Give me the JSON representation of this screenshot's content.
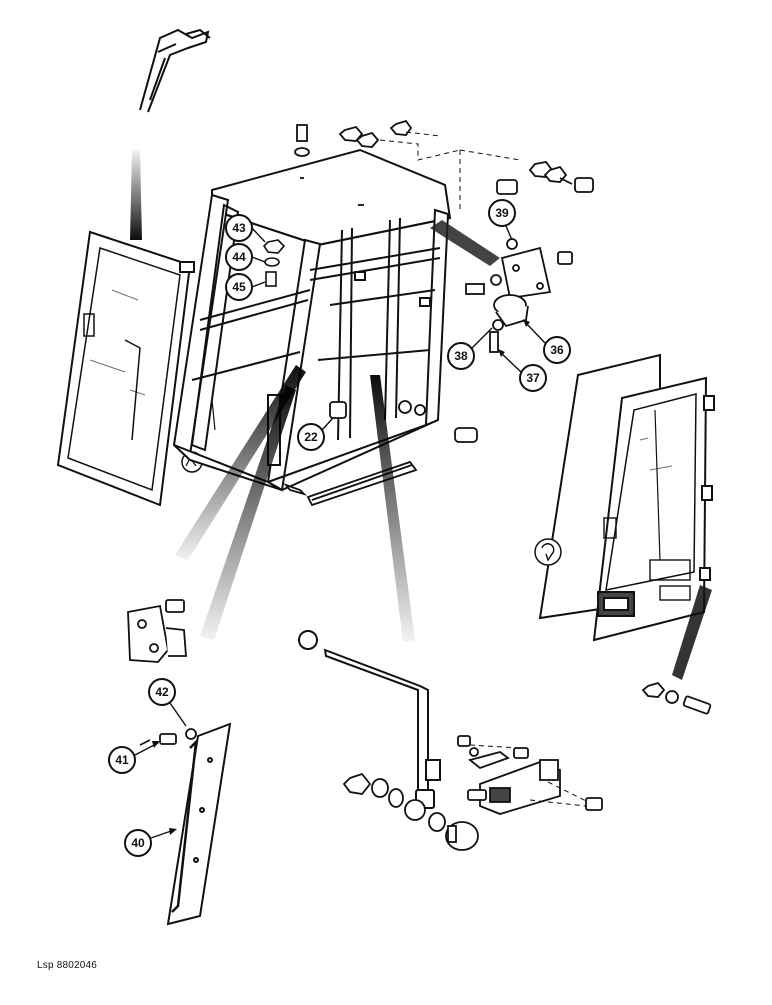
{
  "callouts": [
    {
      "id": "c43",
      "label": "43"
    },
    {
      "id": "c44",
      "label": "44"
    },
    {
      "id": "c45",
      "label": "45"
    },
    {
      "id": "c39",
      "label": "39"
    },
    {
      "id": "c36",
      "label": "36"
    },
    {
      "id": "c37",
      "label": "37"
    },
    {
      "id": "c38",
      "label": "38"
    },
    {
      "id": "c22",
      "label": "22"
    },
    {
      "id": "c42",
      "label": "42"
    },
    {
      "id": "c41",
      "label": "41"
    },
    {
      "id": "c40",
      "label": "40"
    }
  ],
  "footer": {
    "code": "Lsp 8802046"
  }
}
